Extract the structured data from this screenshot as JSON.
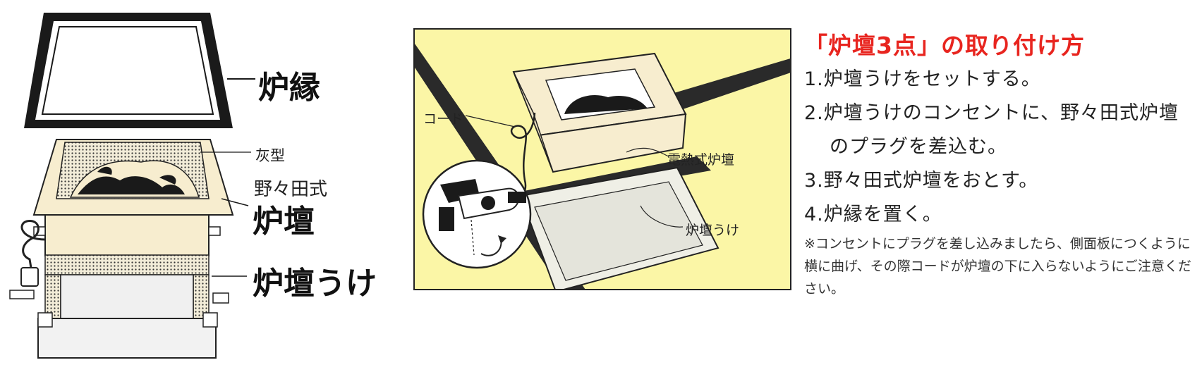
{
  "left_figure": {
    "labels": {
      "robuchi": "炉縁",
      "haigata": "灰型",
      "nonoda_shiki": "野々田式",
      "rodan": "炉壇",
      "rodan_uke": "炉壇うけ"
    }
  },
  "center_figure": {
    "labels": {
      "cord": "コード",
      "denne_rodan": "電熱式炉壇",
      "rodan_uke": "炉壇うけ"
    },
    "background_color": "#fbf6a6"
  },
  "instructions": {
    "title": "「炉壇3点」の取り付け方",
    "title_color": "#e8251f",
    "steps": [
      "1.炉壇うけをセットする。",
      "2.炉壇うけのコンセントに、野々田式炉壇",
      "のプラグを差込む。",
      "3.野々田式炉壇をおとす。",
      "4.炉縁を置く。"
    ],
    "note": "※コンセントにプラグを差し込みましたら、側面板につくように横に曲げ、その際コードが炉壇の下に入らないようにご注意ください。"
  }
}
